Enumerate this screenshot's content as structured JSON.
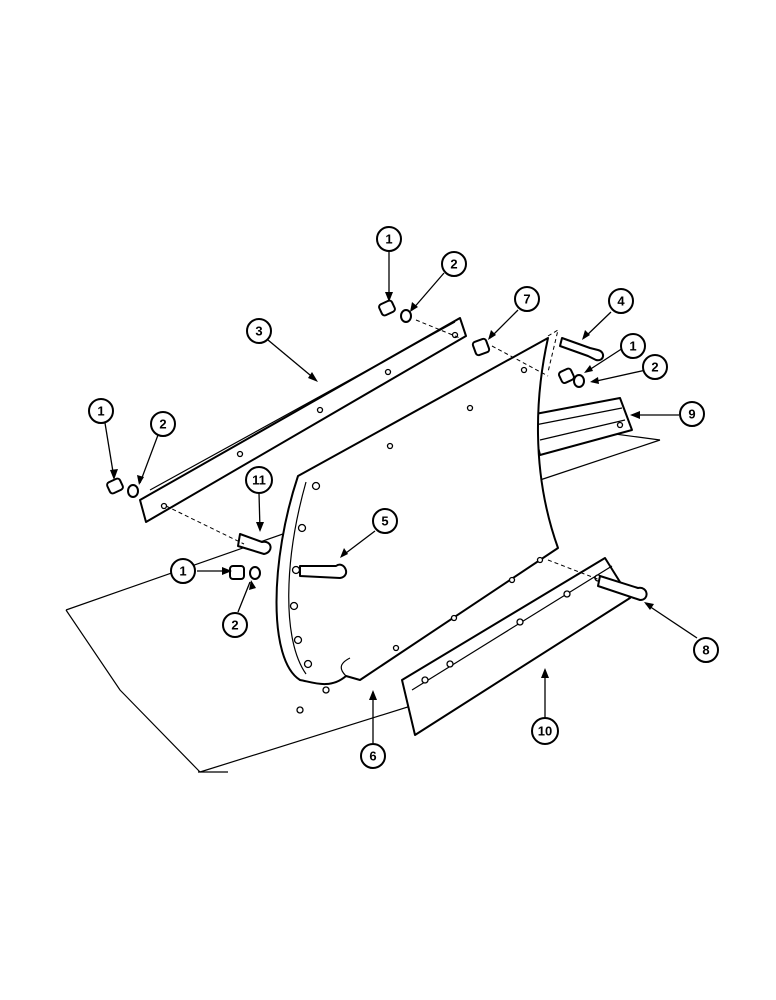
{
  "callouts": [
    {
      "id": "c1a",
      "label": "1"
    },
    {
      "id": "c2a",
      "label": "2"
    },
    {
      "id": "c3",
      "label": "3"
    },
    {
      "id": "c7",
      "label": "7"
    },
    {
      "id": "c4",
      "label": "4"
    },
    {
      "id": "c1b",
      "label": "1"
    },
    {
      "id": "c2b",
      "label": "2"
    },
    {
      "id": "c9",
      "label": "9"
    },
    {
      "id": "c1c",
      "label": "1"
    },
    {
      "id": "c2c",
      "label": "2"
    },
    {
      "id": "c11",
      "label": "11"
    },
    {
      "id": "c5",
      "label": "5"
    },
    {
      "id": "c1d",
      "label": "1"
    },
    {
      "id": "c2d",
      "label": "2"
    },
    {
      "id": "c8",
      "label": "8"
    },
    {
      "id": "c10",
      "label": "10"
    },
    {
      "id": "c6",
      "label": "6"
    }
  ]
}
